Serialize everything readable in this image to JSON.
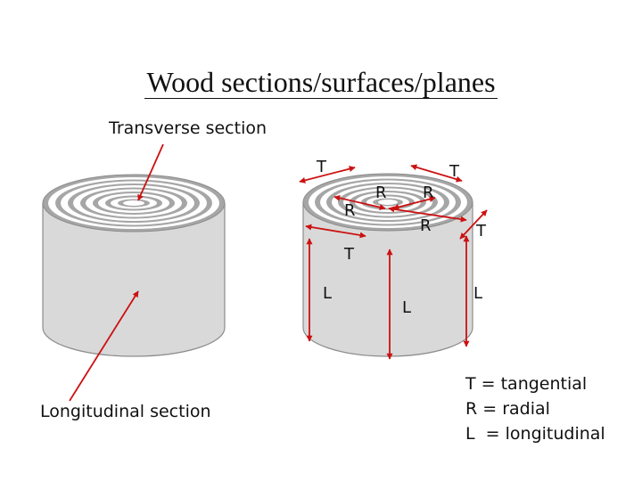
{
  "title": "Wood sections/surfaces/planes",
  "labels": {
    "transverse_section": "Transverse section",
    "longitudinal_section": "Longitudinal section"
  },
  "axis_letters": {
    "tangential": "T",
    "radial": "R",
    "longitudinal": "L"
  },
  "legend": {
    "tangential": "T = tangential",
    "radial": "R = radial",
    "longitudinal": "L  = longitudinal"
  },
  "colors": {
    "arrow": "#cc1111",
    "log_side": "#d9d9d9",
    "log_outline": "#8c8c8c",
    "ring_fill": "#ffffff",
    "ring_gap": "#a6a6a6"
  }
}
